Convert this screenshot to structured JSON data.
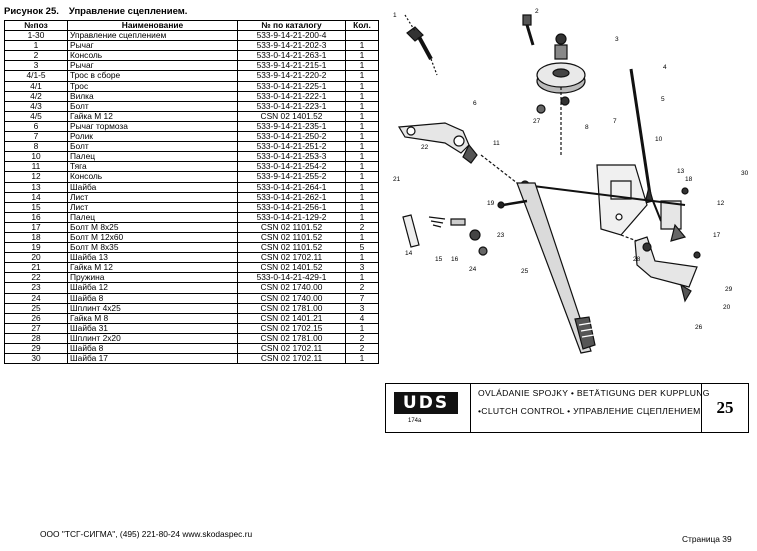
{
  "figure": {
    "label": "Рисунок 25.",
    "title": "Управление сцеплением."
  },
  "table": {
    "headers": [
      "№поз",
      "Наименование",
      "№ по каталогу",
      "Кол."
    ],
    "rows": [
      [
        "1-30",
        "Управление сцеплением",
        "533-9-14-21-200-4",
        ""
      ],
      [
        "1",
        "Рычаг",
        "533-9-14-21-202-3",
        "1"
      ],
      [
        "2",
        "Консоль",
        "533-0-14-21-263-1",
        "1"
      ],
      [
        "3",
        "Рычаг",
        "533-9-14-21-215-1",
        "1"
      ],
      [
        "4/1-5",
        "Трос в сборе",
        "533-9-14-21-220-2",
        "1"
      ],
      [
        "4/1",
        "Трос",
        "533-0-14-21-225-1",
        "1"
      ],
      [
        "4/2",
        "Вилка",
        "533-0-14-21-222-1",
        "1"
      ],
      [
        "4/3",
        "Болт",
        "533-0-14-21-223-1",
        "1"
      ],
      [
        "4/5",
        "Гайка М 12",
        "CSN 02 1401.52",
        "1"
      ],
      [
        "6",
        "Рычаг тормоза",
        "533-9-14-21-235-1",
        "1"
      ],
      [
        "7",
        "Ролик",
        "533-0-14-21-250-2",
        "1"
      ],
      [
        "8",
        "Болт",
        "533-0-14-21-251-2",
        "1"
      ],
      [
        "10",
        "Палец",
        "533-0-14-21-253-3",
        "1"
      ],
      [
        "11",
        "Тяга",
        "533-0-14-21-254-2",
        "1"
      ],
      [
        "12",
        "Консоль",
        "533-9-14-21-255-2",
        "1"
      ],
      [
        "13",
        "Шайба",
        "533-0-14-21-264-1",
        "1"
      ],
      [
        "14",
        "Лист",
        "533-0-14-21-262-1",
        "1"
      ],
      [
        "15",
        "Лист",
        "533-0-14-21-256-1",
        "1"
      ],
      [
        "16",
        "Палец",
        "533-0-14-21-129-2",
        "1"
      ],
      [
        "17",
        "Болт М 8х25",
        "CSN 02 1101.52",
        "2"
      ],
      [
        "18",
        "Болт М 12х60",
        "CSN 02 1101.52",
        "1"
      ],
      [
        "19",
        "Болт М 8х35",
        "CSN 02 1101.52",
        "5"
      ],
      [
        "20",
        "Шайба 13",
        "CSN 02 1702.11",
        "1"
      ],
      [
        "21",
        "Гайка М 12",
        "CSN 02 1401.52",
        "3"
      ],
      [
        "22",
        "Пружина",
        "533-0-14-21-429-1",
        "1"
      ],
      [
        "23",
        "Шайба 12",
        "CSN 02 1740.00",
        "2"
      ],
      [
        "24",
        "Шайба 8",
        "CSN 02 1740.00",
        "7"
      ],
      [
        "25",
        "Шплинт 4х25",
        "CSN 02 1781.00",
        "3"
      ],
      [
        "26",
        "Гайка М 8",
        "CSN 02 1401.21",
        "4"
      ],
      [
        "27",
        "Шайба 31",
        "CSN 02 1702.15",
        "1"
      ],
      [
        "28",
        "Шплинт 2х20",
        "CSN 02 1781.00",
        "2"
      ],
      [
        "29",
        "Шайба 8",
        "CSN 02 1702.11",
        "2"
      ],
      [
        "30",
        "Шайба 17",
        "CSN 02 1702.11",
        "1"
      ]
    ]
  },
  "drawing": {
    "callouts": [
      "1",
      "2",
      "3",
      "4",
      "5",
      "6",
      "7",
      "8",
      "10",
      "11",
      "12",
      "13",
      "14",
      "15",
      "16",
      "17",
      "18",
      "19",
      "20",
      "21",
      "22",
      "23",
      "24",
      "25",
      "26",
      "27",
      "28",
      "29",
      "30"
    ]
  },
  "titleblock": {
    "logo_text": "UDS",
    "logo_subtext": "174a",
    "line1": "OVLÁDANIE SPOJKY • BETÄTIGUNG DER KUPPLUNG",
    "line2": "•CLUTCH CONTROL • УПРАВЛЕНИЕ СЦЕПЛЕНИЕМ",
    "page_number": "25"
  },
  "footer": {
    "left": "ООО \"ТСГ-СИГМА\", (495) 221-80-24 www.skodaspec.ru",
    "right": "Страница 39"
  }
}
